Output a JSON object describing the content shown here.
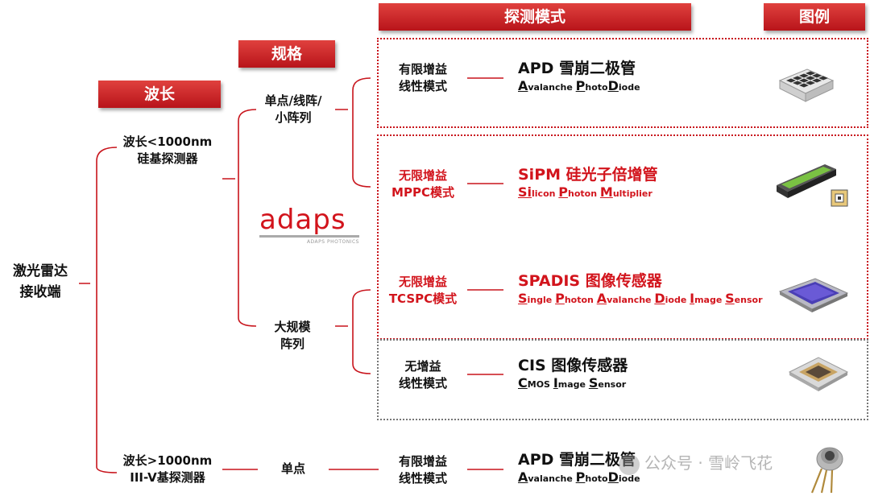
{
  "headers": {
    "detection_mode": "探测模式",
    "legend": "图例",
    "spec": "规格",
    "wavelength": "波长"
  },
  "root": [
    "激光雷达",
    "接收端"
  ],
  "wavelength": {
    "short": [
      "波长<1000nm",
      "硅基探测器"
    ],
    "long": [
      "波长>1000nm",
      "III-V基探测器"
    ]
  },
  "spec": {
    "small": [
      "单点/线阵/",
      "小阵列"
    ],
    "large": [
      "大规模",
      "阵列"
    ],
    "single": "单点"
  },
  "logo": {
    "text": "adaps",
    "sub": "ADAPS PHOTONICS"
  },
  "modes": [
    {
      "lines": [
        "有限增益",
        "线性模式"
      ],
      "highlight": false
    },
    {
      "lines": [
        "无限增益",
        "MPPC模式"
      ],
      "highlight": true
    },
    {
      "lines": [
        "无限增益",
        "TCSPC模式"
      ],
      "highlight": true
    },
    {
      "lines": [
        "无增益",
        "线性模式"
      ],
      "highlight": false
    },
    {
      "lines": [
        "有限增益",
        "线性模式"
      ],
      "highlight": false
    }
  ],
  "devices": [
    {
      "name": "APD 雪崩二极管",
      "full": [
        [
          "A",
          "valanche "
        ],
        [
          "P",
          "hoto"
        ],
        [
          "D",
          "iode"
        ]
      ],
      "highlight": false,
      "icon": "apd-array-icon"
    },
    {
      "name": "SiPM 硅光子倍增管",
      "full": [
        [
          "Si",
          "licon "
        ],
        [
          "P",
          "hoton "
        ],
        [
          "M",
          "ultiplier"
        ]
      ],
      "highlight": true,
      "icon": "sipm-module-icon"
    },
    {
      "name": "SPADIS 图像传感器",
      "full": [
        [
          "S",
          "ingle "
        ],
        [
          "P",
          "hoton "
        ],
        [
          "A",
          "valanche "
        ],
        [
          "D",
          "iode "
        ],
        [
          "I",
          "mage "
        ],
        [
          "S",
          "ensor"
        ]
      ],
      "highlight": true,
      "icon": "spad-sensor-chip-icon"
    },
    {
      "name": "CIS 图像传感器",
      "full": [
        [
          "C",
          "MOS "
        ],
        [
          "I",
          "mage "
        ],
        [
          "S",
          "ensor"
        ]
      ],
      "highlight": false,
      "icon": "cmos-sensor-chip-icon"
    },
    {
      "name": "APD 雪崩二极管",
      "full": [
        [
          "A",
          "valanche "
        ],
        [
          "P",
          "hoto"
        ],
        [
          "D",
          "iode"
        ]
      ],
      "highlight": false,
      "icon": "to-can-photodiode-icon"
    }
  ],
  "watermark": "公众号 · 雪岭飞花",
  "colors": {
    "accent": "#d2141c",
    "header_top": "#e0413e",
    "header_bottom": "#b8141a",
    "text": "#111111",
    "gray_border": "#777777"
  }
}
